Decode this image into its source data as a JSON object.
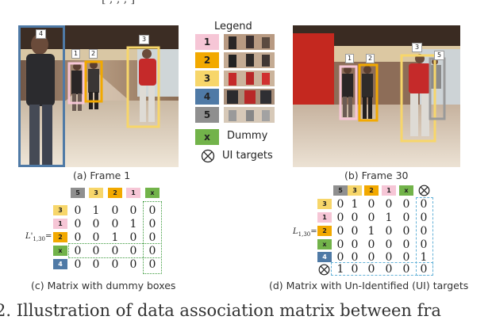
{
  "colors": {
    "t1": "#f6c6d6",
    "t2": "#f2a900",
    "t3": "#f7d66a",
    "t4": "#4f7aa6",
    "t5": "#8f8f8f",
    "dummy": "#72b34a",
    "dummy_line": "#3c9a3c",
    "ui_line": "#64b2d8"
  },
  "top_text": "[ , , , ]",
  "frame1": {
    "caption": "(a) Frame  1",
    "box_labels": [
      "4",
      "1",
      "2",
      "3"
    ]
  },
  "frame30": {
    "caption": "(b) Frame  30",
    "box_labels": [
      "1",
      "2",
      "3",
      "5"
    ]
  },
  "legend": {
    "title": "Legend",
    "entries": [
      "1",
      "2",
      "3",
      "4",
      "5"
    ],
    "dummy_tag": "x",
    "dummy_label": "Dummy",
    "ui_icon": "circled-times-icon",
    "ui_label": "UI targets"
  },
  "matrix_c": {
    "columns": [
      "5",
      "3",
      "2",
      "1",
      "x"
    ],
    "rows": [
      "3",
      "1",
      "2",
      "x",
      "4"
    ],
    "values": [
      [
        "0",
        "1",
        "0",
        "0",
        "0"
      ],
      [
        "0",
        "0",
        "0",
        "1",
        "0"
      ],
      [
        "0",
        "0",
        "1",
        "0",
        "0"
      ],
      [
        "0",
        "0",
        "0",
        "0",
        "0"
      ],
      [
        "0",
        "0",
        "0",
        "0",
        "0"
      ]
    ],
    "label_main": "L'",
    "label_sub": "1,30",
    "label_eq": "=",
    "caption": "(c) Matrix with dummy boxes"
  },
  "matrix_d": {
    "columns": [
      "5",
      "3",
      "2",
      "1",
      "x"
    ],
    "rows": [
      "3",
      "1",
      "2",
      "x",
      "4"
    ],
    "values": [
      [
        "0",
        "1",
        "0",
        "0",
        "0",
        "0"
      ],
      [
        "0",
        "0",
        "0",
        "1",
        "0",
        "0"
      ],
      [
        "0",
        "0",
        "1",
        "0",
        "0",
        "0"
      ],
      [
        "0",
        "0",
        "0",
        "0",
        "0",
        "0"
      ],
      [
        "0",
        "0",
        "0",
        "0",
        "0",
        "1"
      ],
      [
        "1",
        "0",
        "0",
        "0",
        "0",
        "0"
      ]
    ],
    "label_main": "L",
    "label_sub": "1,30",
    "label_eq": "=",
    "caption": "(d) Matrix with Un-Identified (UI) targets"
  },
  "figure_caption_fragment": "2. Illustration of data association matrix between fra"
}
